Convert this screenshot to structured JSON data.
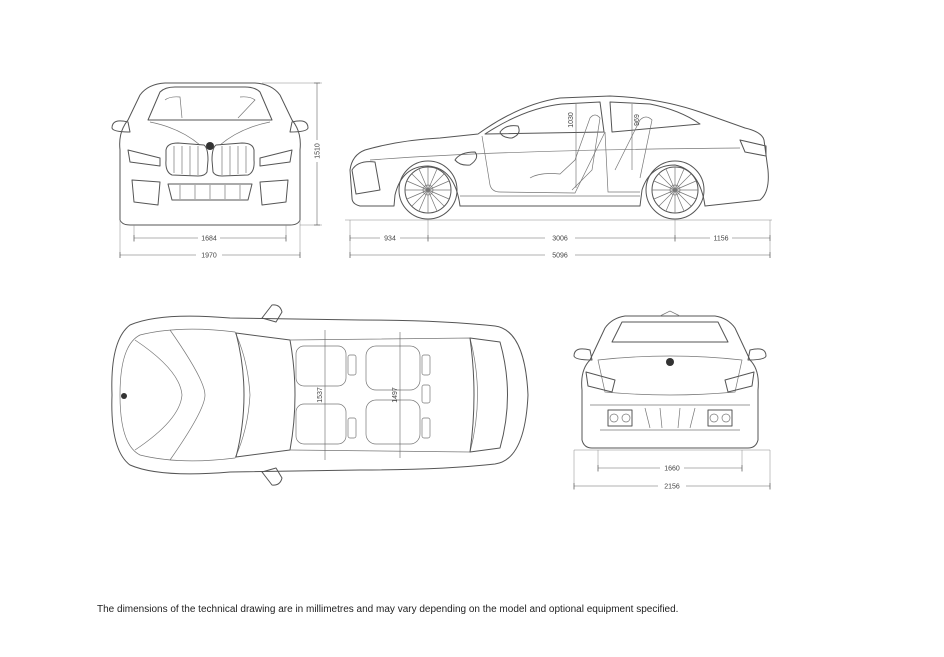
{
  "dimensions": {
    "front_track": "1684",
    "front_overall_width": "1970",
    "overall_height": "1510",
    "front_overhang": "934",
    "wheelbase": "3006",
    "rear_overhang": "1156",
    "overall_length": "5096",
    "front_headroom": "1030",
    "rear_headroom": "969",
    "front_shoulder_width": "1537",
    "rear_shoulder_width": "1497",
    "rear_track": "1660",
    "rear_overall_width": "2156"
  },
  "footnote": "The dimensions of the technical drawing are in millimetres and may vary depending on the model and optional equipment specified."
}
